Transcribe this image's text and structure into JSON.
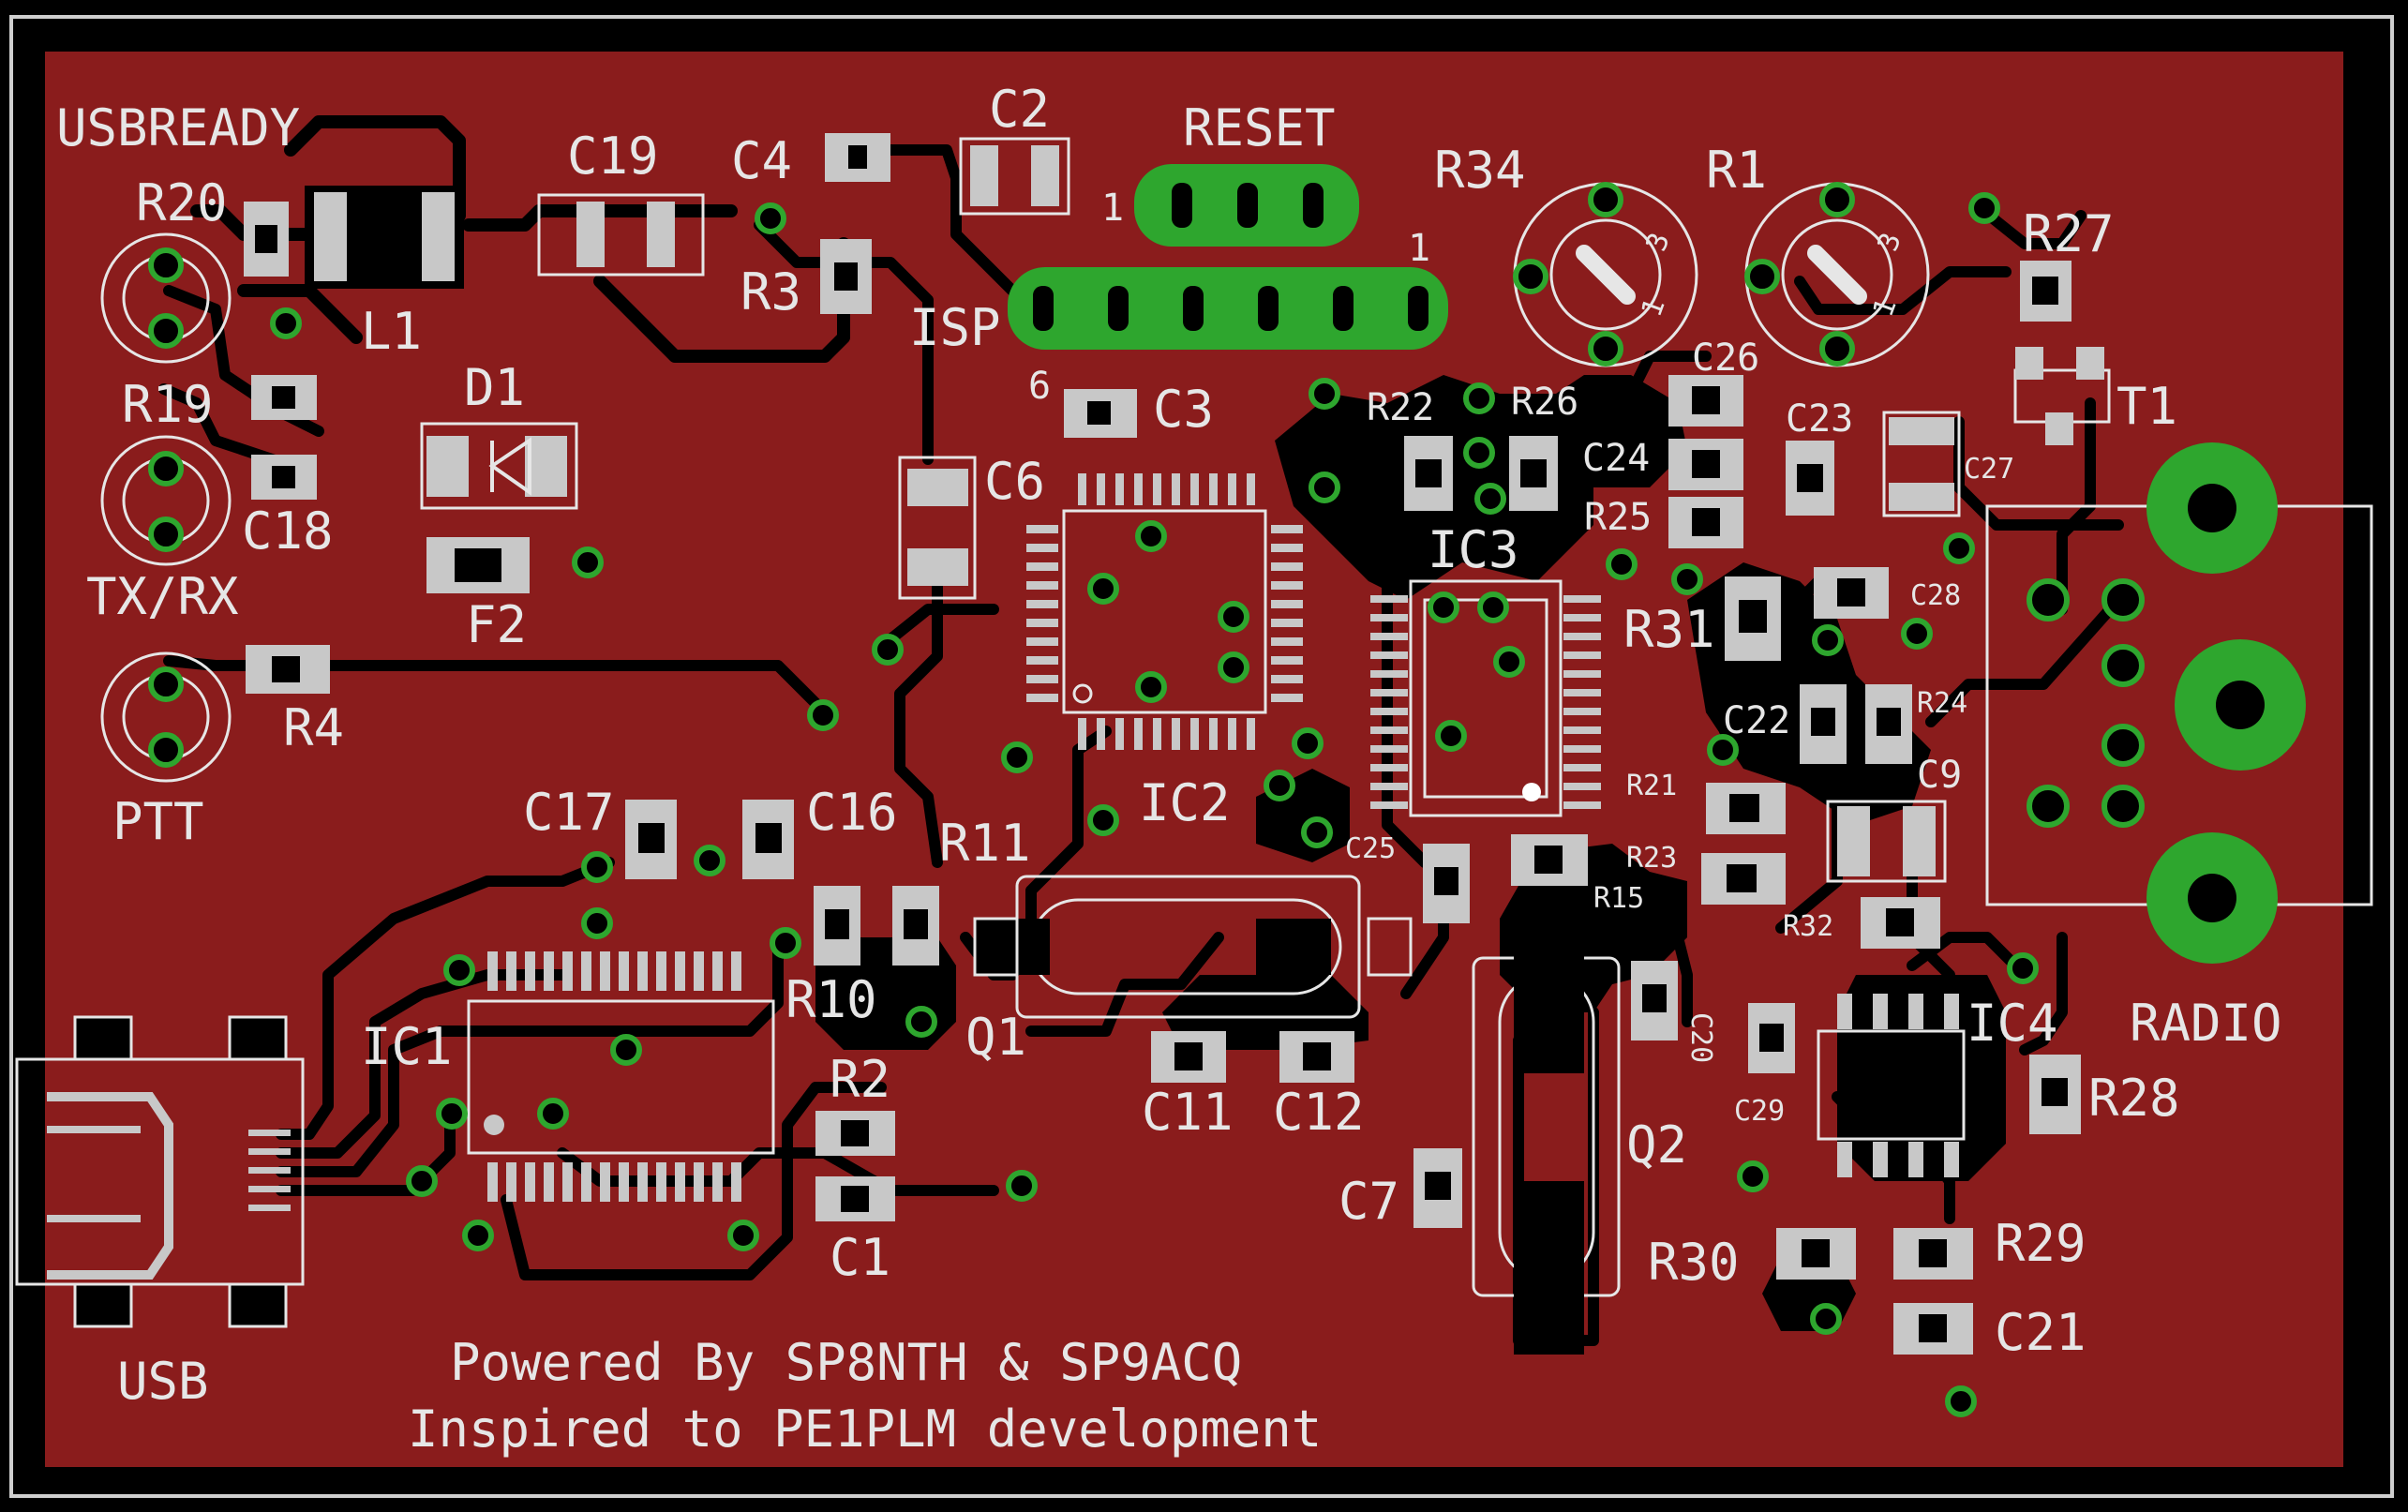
{
  "board": {
    "led_labels": {
      "usbready": "USBREADY",
      "txrx": "TX/RX",
      "ptt": "PTT"
    },
    "connector_labels": {
      "usb": "USB",
      "radio": "RADIO",
      "isp": "ISP",
      "reset": "RESET"
    },
    "pin_markers": {
      "isp_pin1": "1",
      "isp_pin6": "6",
      "reset_pin1": "1"
    },
    "credit_line1": "Powered By SP8NTH & SP9ACQ",
    "credit_line2": "Inspired to PE1PLM development"
  },
  "components": {
    "R20": "R20",
    "L1": "L1",
    "C19": "C19",
    "C4": "C4",
    "C2": "C2",
    "R3": "R3",
    "R19": "R19",
    "D1": "D1",
    "C18": "C18",
    "F2": "F2",
    "R4": "R4",
    "C6": "C6",
    "C3": "C3",
    "R34": "R34",
    "R1": "R1",
    "R27": "R27",
    "T1": "T1",
    "R22": "R22",
    "R26": "R26",
    "C26": "C26",
    "C23": "C23",
    "C24": "C24",
    "C27": "C27",
    "R25": "R25",
    "IC3": "IC3",
    "C28": "C28",
    "R31": "R31",
    "C22": "C22",
    "R24": "R24",
    "C9": "C9",
    "R21": "R21",
    "R23": "R23",
    "C25": "C25",
    "R15": "R15",
    "R32": "R32",
    "IC2": "IC2",
    "C17": "C17",
    "C16": "C16",
    "R11": "R11",
    "R10": "R10",
    "Q1": "Q1",
    "IC1": "IC1",
    "R2": "R2",
    "C1": "C1",
    "C11": "C11",
    "C12": "C12",
    "C20": "C20",
    "C29": "C29",
    "IC4": "IC4",
    "R28": "R28",
    "Q2": "Q2",
    "C7": "C7",
    "R30": "R30",
    "R29": "R29",
    "C21": "C21"
  },
  "trimmer_marks": [
    "1",
    "3"
  ],
  "colors": {
    "board": "#8a1c1c",
    "silkscreen": "#e6e6e6",
    "via": "#2ea62e",
    "background": "#000000"
  }
}
